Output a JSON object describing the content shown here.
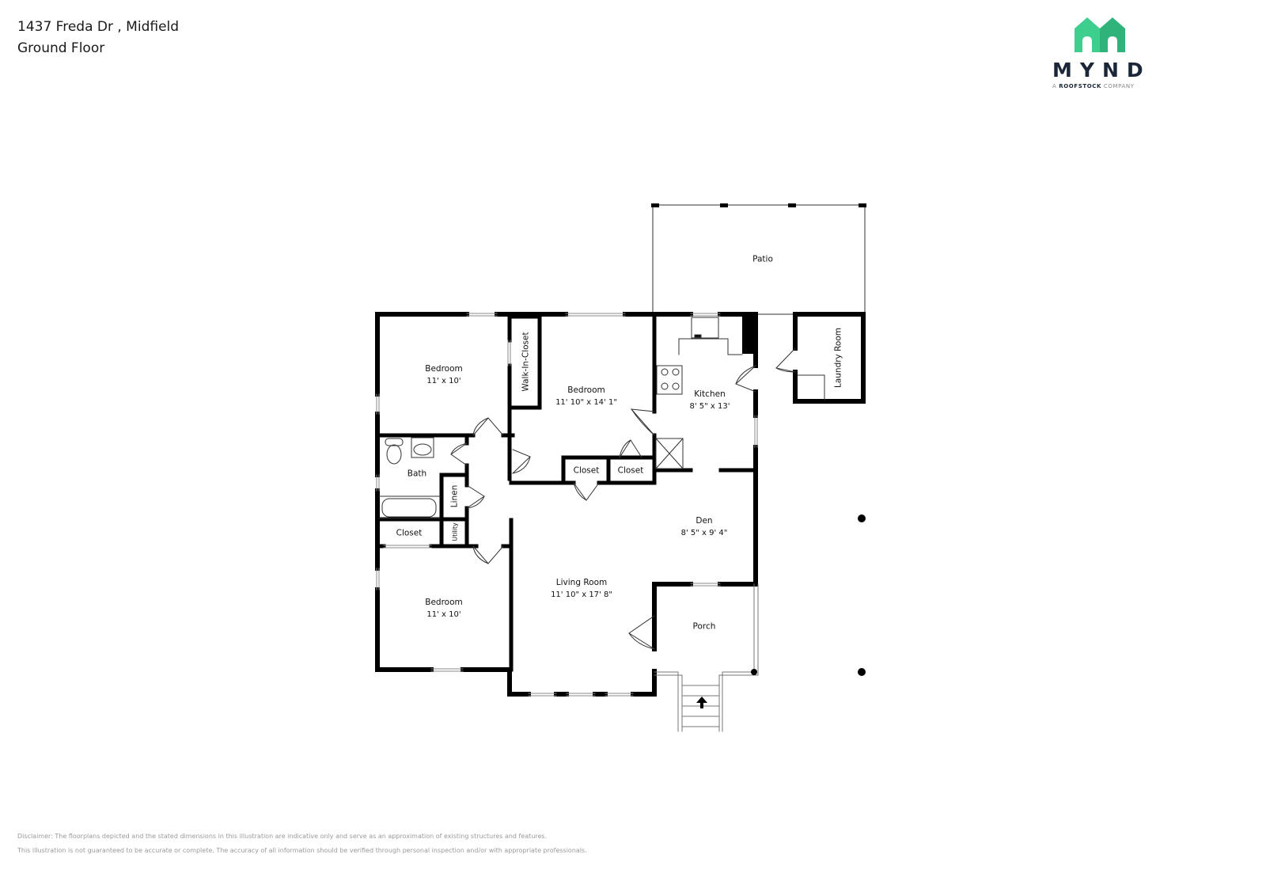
{
  "header": {
    "address": "1437 Freda Dr , Midfield",
    "floor": "Ground Floor"
  },
  "logo": {
    "brand": "MYND",
    "tagline_prefix": "A ",
    "tagline_brand": "ROOFSTOCK",
    "tagline_suffix": " COMPANY",
    "colors": {
      "house_left": "#3ecf8e",
      "house_right": "#2fb37a",
      "wordmark": "#1b2738"
    }
  },
  "rooms": {
    "patio": {
      "name": "Patio"
    },
    "bedroom_nw": {
      "name": "Bedroom",
      "dim": "11' x 10'"
    },
    "walk_in_closet": {
      "name": "Walk-In-Closet"
    },
    "bedroom_main": {
      "name": "Bedroom",
      "dim": "11' 10\" x 14' 1\""
    },
    "kitchen": {
      "name": "Kitchen",
      "dim": "8' 5\" x 13'"
    },
    "laundry": {
      "name": "Laundry Room"
    },
    "bath": {
      "name": "Bath"
    },
    "linen": {
      "name": "Linen"
    },
    "closet_a": {
      "name": "Closet"
    },
    "closet_b": {
      "name": "Closet"
    },
    "closet_c": {
      "name": "Closet"
    },
    "utility": {
      "name": "Utility"
    },
    "den": {
      "name": "Den",
      "dim": "8' 5\" x 9' 4\""
    },
    "living": {
      "name": "Living Room",
      "dim": "11' 10\" x 17' 8\""
    },
    "bedroom_sw": {
      "name": "Bedroom",
      "dim": "11' x 10'"
    },
    "porch": {
      "name": "Porch"
    }
  },
  "disclaimer": {
    "line1": "Disclaimer: The floorplans depicted and the stated dimensions in this illustration are indicative only and serve as an approximation of existing structures and features.",
    "line2": "This illustration is not guaranteed to be accurate or complete. The accuracy of all information should be verified through personal inspection and/or with appropriate professionals."
  }
}
